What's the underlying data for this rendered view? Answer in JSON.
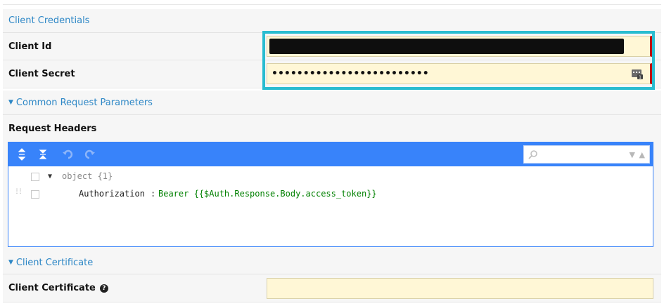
{
  "sections": {
    "client_credentials": "Client Credentials",
    "common_request_parameters": "Common Request Parameters",
    "client_certificate": "Client Certificate"
  },
  "fields": {
    "client_id_label": "Client Id",
    "client_secret_label": "Client Secret",
    "client_secret_value": "•••••••••••••••••••••••••",
    "request_headers_label": "Request Headers",
    "client_certificate_label": "Client Certificate"
  },
  "editor": {
    "root_text": "object {1}",
    "entries": [
      {
        "key": "Authorization",
        "separator": ":",
        "value": "Bearer {{$Auth.Response.Body.access_token}}"
      }
    ]
  },
  "icons": {
    "expand_all": "expand-all-icon",
    "collapse_all": "collapse-all-icon",
    "undo": "undo-icon",
    "redo": "redo-icon",
    "search": "search-icon",
    "password": "password-manager-icon",
    "help": "help-icon"
  },
  "colors": {
    "accent": "#2d87c6",
    "highlight": "#29bcd0",
    "editor_toolbar": "#3883fa",
    "field_bg": "#fff7d6",
    "error": "#c00000"
  }
}
